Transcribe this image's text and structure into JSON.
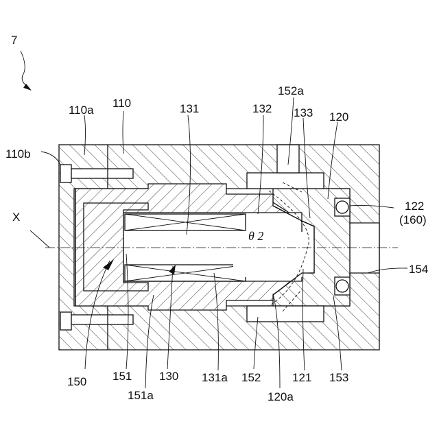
{
  "figure_number": "7",
  "axis_label": "X",
  "angle_label": "θ 2",
  "labels": {
    "l110a": "110a",
    "l110": "110",
    "l110b": "110b",
    "l131": "131",
    "l132": "132",
    "l152a": "152a",
    "l133": "133",
    "l120": "120",
    "l122": "122",
    "l160": "(160)",
    "l154": "154",
    "l150": "150",
    "l151": "151",
    "l151a": "151a",
    "l130": "130",
    "l131a": "131a",
    "l152": "152",
    "l120a": "120a",
    "l121": "121",
    "l153": "153"
  }
}
